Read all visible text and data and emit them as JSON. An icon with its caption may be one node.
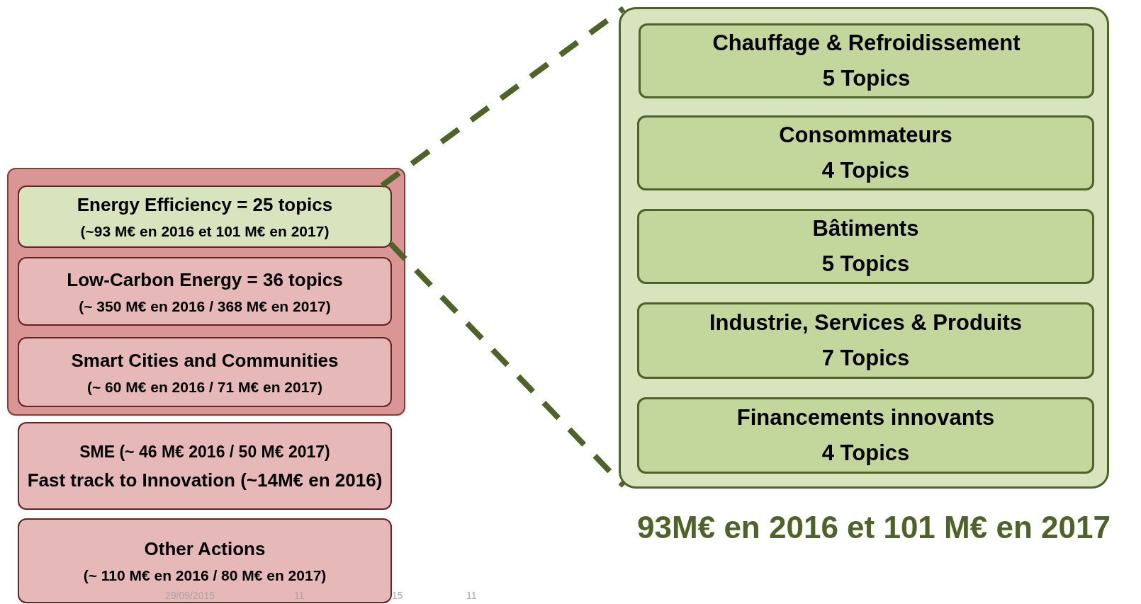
{
  "diagram": {
    "nodes": [
      {
        "text": [],
        "shape": "box"
      },
      {
        "text": [
          "Energy Efficiency  = 25 topics",
          "(~93 M€ en 2016 et 101 M€ en 2017)"
        ],
        "in": 0
      },
      {
        "text": [
          "Low-Carbon Energy  = 36 topics",
          "(~ 350 M€ en 2016 / 368 M€ en 2017)"
        ],
        "in": 0
      },
      {
        "text": [
          "Smart Cities and Communities",
          "(~ 60 M€ en 2016 / 71 M€ en  2017)"
        ],
        "in": 0
      },
      {
        "text": [
          "SME (~ 46 M€ 2016 / 50 M€ 2017)",
          "Fast track to Innovation (~14M€ en 2016)"
        ]
      },
      {
        "text": [
          "Other Actions",
          "(~ 110 M€ en 2016 / 80 M€ en  2017)"
        ]
      },
      {
        "text": [],
        "shape": "box",
        "beside": [
          "93M€ en 2016 et 101 M€ en 2017"
        ]
      },
      {
        "text": [
          "Chauffage & Refroidissement",
          "5 Topics"
        ],
        "in": 6
      },
      {
        "text": [
          "Consommateurs",
          "4 Topics"
        ],
        "in": 6
      },
      {
        "text": [
          "Bâtiments",
          "5 Topics"
        ],
        "in": 6
      },
      {
        "text": [
          "Industrie, Services & Produits",
          "7 Topics"
        ],
        "in": 6
      },
      {
        "text": [
          "Financements innovants",
          "4 Topics"
        ],
        "in": 6
      }
    ],
    "edges": [
      {
        "from": 1,
        "to": 6,
        "arrow": "none",
        "style": "dashed"
      },
      {
        "from": 1,
        "to": 6,
        "arrow": "none",
        "style": "dashed"
      }
    ],
    "labels": [
      "29/09/2015",
      "11",
      "15",
      "11"
    ]
  }
}
